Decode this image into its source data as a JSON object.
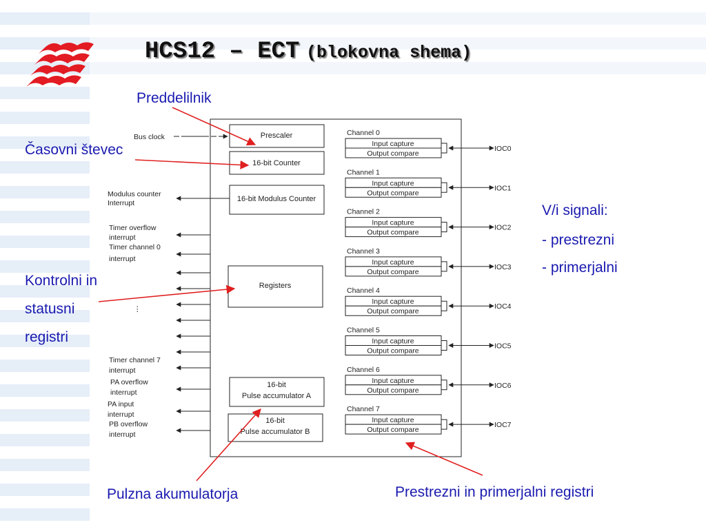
{
  "title": {
    "main": "HCS12 – ECT",
    "sub": "(blokovna shema)"
  },
  "callouts": {
    "preddelilnik": "Preddelilnik",
    "casovni": "Časovni števec",
    "kontrolni": [
      "Kontrolni in",
      "statusni",
      "registri"
    ],
    "vi_title": "V/i signali:",
    "vi_items": [
      "- prestrezni",
      "- primerjalni"
    ],
    "pulzna": "Pulzna akumulatorja",
    "prestrezni": "Prestrezni  in primerjalni registri"
  },
  "diagram": {
    "bus_clock": "Bus clock",
    "blocks": {
      "prescaler": "Prescaler",
      "counter": "16-bit Counter",
      "modulus": "16-bit Modulus Counter",
      "registers": "Registers",
      "pa_line1": "16-bit",
      "pa_line2": "Pulse accumulator  A",
      "pb_line1": "16-bit",
      "pb_line2": "Pulse accumulator B"
    },
    "left_signals": {
      "modulus1": "Modulus counter",
      "modulus2": "Interrupt",
      "tov1": "Timer overflow",
      "tov2": "interrupt",
      "tc0_1": "Timer channel 0",
      "tc0_2": "interrupt",
      "tc7_1": "Timer channel 7",
      "tc7_2": "interrupt",
      "paov1": "PA overflow",
      "paov2": "interrupt",
      "pain1": "PA input",
      "pain2": "interrupt",
      "pbov1": "PB overflow",
      "pbov2": "interrupt",
      "dots": "⋮"
    },
    "input_capture": "Input capture",
    "output_compare": "Output compare",
    "channels": [
      {
        "name": "Channel 0",
        "pin": "IOC0"
      },
      {
        "name": "Channel 1",
        "pin": "IOC1"
      },
      {
        "name": "Channel 2",
        "pin": "IOC2"
      },
      {
        "name": "Channel 3",
        "pin": "IOC3"
      },
      {
        "name": "Channel 4",
        "pin": "IOC4"
      },
      {
        "name": "Channel 5",
        "pin": "IOC5"
      },
      {
        "name": "Channel 6",
        "pin": "IOC6"
      },
      {
        "name": "Channel 7",
        "pin": "IOC7"
      }
    ]
  },
  "colors": {
    "callout_text": "#1a1ab0",
    "arrow_red": "#e02020",
    "logo_red": "#e31b23"
  }
}
